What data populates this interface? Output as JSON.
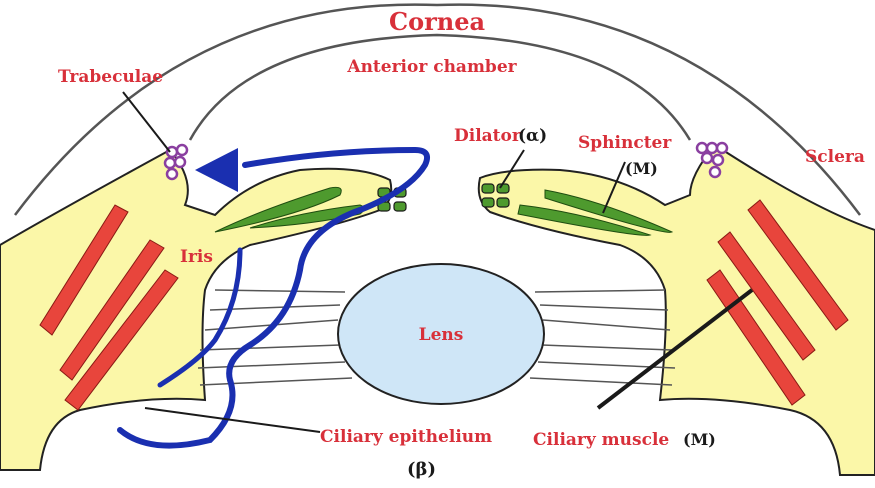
{
  "labels": {
    "cornea": "Cornea",
    "anterior_chamber": "Anterior chamber",
    "trabeculae": "Trabeculae",
    "dilator": "Dilator",
    "dilator_receptor": "(α)",
    "sphincter": "Sphincter",
    "sphincter_receptor": "(M)",
    "sclera": "Sclera",
    "iris": "Iris",
    "lens": "Lens",
    "ciliary_epithelium": "Ciliary epithelium",
    "ciliary_epithelium_receptor": "(β)",
    "ciliary_muscle": "Ciliary muscle",
    "ciliary_muscle_receptor": "(M)"
  },
  "colors": {
    "label_red": "#d8303a",
    "label_black": "#1a1a1a",
    "tissue_yellow": "#fbf7a8",
    "muscle_red": "#e8453c",
    "sphincter_green": "#4e9a2e",
    "lens_blue": "#cfe6f7",
    "flow_arrow_blue": "#1a2fb0",
    "trabeculae_purple": "#8a3fa0"
  },
  "icons": {
    "flow": "aqueous-humor-flow-arrow"
  }
}
